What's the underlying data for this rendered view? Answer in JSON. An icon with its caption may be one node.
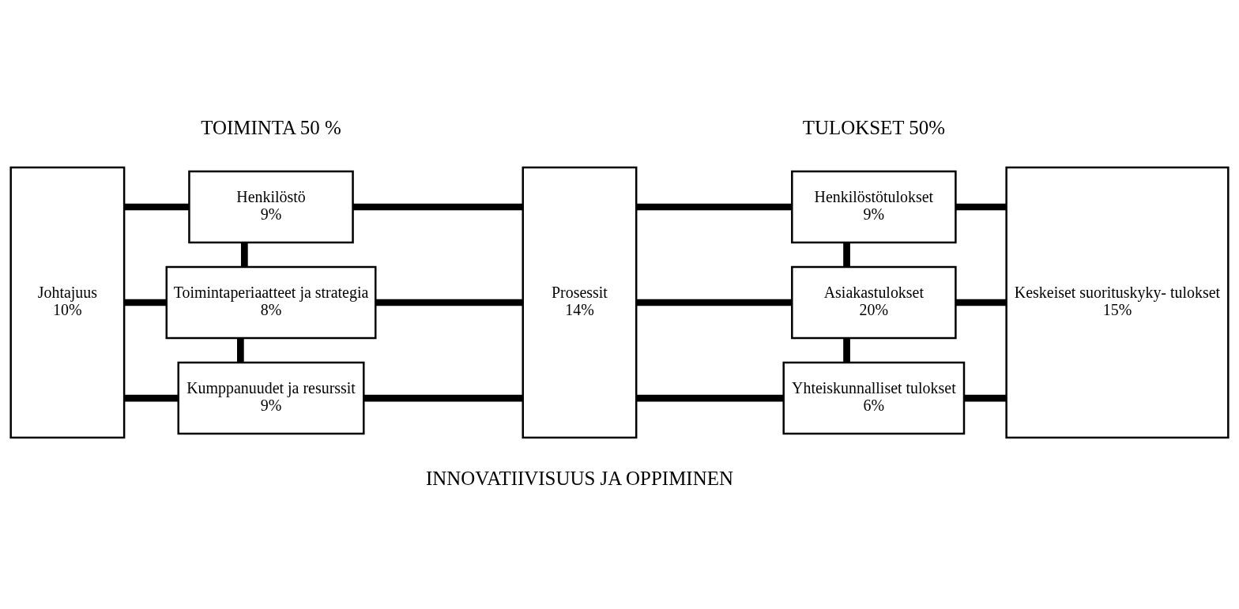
{
  "diagram": {
    "nodes": [
      {
        "text": [
          "Johtajuus",
          "10%"
        ]
      },
      {
        "text": [
          "Henkilöstö",
          "9%"
        ]
      },
      {
        "text": [
          "Toimintaperiaatteet ja strategia",
          "8%"
        ]
      },
      {
        "text": [
          "Kumppanuudet ja resurssit",
          "9%"
        ]
      },
      {
        "text": [
          "Prosessit",
          "14%"
        ]
      },
      {
        "text": [
          "Henkilöstötulokset",
          "9%"
        ]
      },
      {
        "text": [
          "Asiakastulokset",
          "20%"
        ]
      },
      {
        "text": [
          "Yhteiskunnalliset tulokset",
          "6%"
        ]
      },
      {
        "text": [
          "Keskeiset suorituskyky- tulokset",
          "15%"
        ]
      }
    ],
    "edges": [
      {
        "from": 0,
        "to": 1,
        "arrow": "none"
      },
      {
        "from": 0,
        "to": 2,
        "arrow": "none"
      },
      {
        "from": 0,
        "to": 3,
        "arrow": "none"
      },
      {
        "from": 1,
        "to": 2,
        "arrow": "none"
      },
      {
        "from": 2,
        "to": 3,
        "arrow": "none"
      },
      {
        "from": 1,
        "to": 4,
        "arrow": "none"
      },
      {
        "from": 2,
        "to": 4,
        "arrow": "none"
      },
      {
        "from": 3,
        "to": 4,
        "arrow": "none"
      },
      {
        "from": 4,
        "to": 5,
        "arrow": "none"
      },
      {
        "from": 4,
        "to": 6,
        "arrow": "none"
      },
      {
        "from": 4,
        "to": 7,
        "arrow": "none"
      },
      {
        "from": 5,
        "to": 6,
        "arrow": "none"
      },
      {
        "from": 6,
        "to": 7,
        "arrow": "none"
      },
      {
        "from": 5,
        "to": 8,
        "arrow": "none"
      },
      {
        "from": 6,
        "to": 8,
        "arrow": "none"
      },
      {
        "from": 7,
        "to": 8,
        "arrow": "none"
      }
    ],
    "labels": [
      "TOIMINTA 50 %",
      "TULOKSET 50%",
      "INNOVATIIVISUUS JA OPPIMINEN"
    ]
  }
}
